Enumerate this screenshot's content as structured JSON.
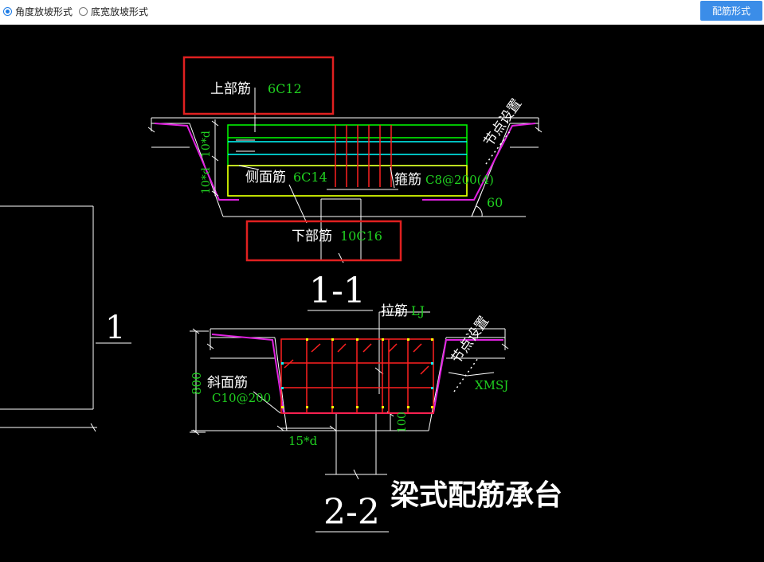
{
  "toolbar": {
    "radio_angle": "角度放坡形式",
    "radio_width": "底宽放坡形式",
    "selected": "radio_angle",
    "button_label": "配筋形式"
  },
  "drawing": {
    "s1": {
      "top_label": "上部筋",
      "top_value": "6C12",
      "side_label": "侧面筋",
      "side_value": "6C14",
      "stirrup_label": "箍筋",
      "stirrup_value": "C8@200(4)",
      "bottom_label": "下部筋",
      "bottom_value": "10C16",
      "node_label": "节点设置",
      "angle": "60",
      "dim_top": "10*d",
      "dim_bottom": "10*d",
      "title": "1-1"
    },
    "s2": {
      "tie_label": "拉筋",
      "tie_value": "LJ",
      "node_label": "节点设置",
      "slope_label": "斜面筋",
      "slope_value": "C10@200",
      "xmsj": "XMSJ",
      "height": "800",
      "dim_100": "100",
      "dim_15d": "15*d",
      "title": "2-2"
    },
    "left_marker": "1",
    "main_title": "梁式配筋承台"
  },
  "colors": {
    "background": "#000000",
    "red_box": "#e02020",
    "magenta": "#e020e0",
    "green_text": "#20d020",
    "green_bar": "#00ff00",
    "cyan": "#00ffff",
    "yellow": "#ffff00",
    "red_bar": "#ff2020",
    "white": "#ffffff"
  }
}
